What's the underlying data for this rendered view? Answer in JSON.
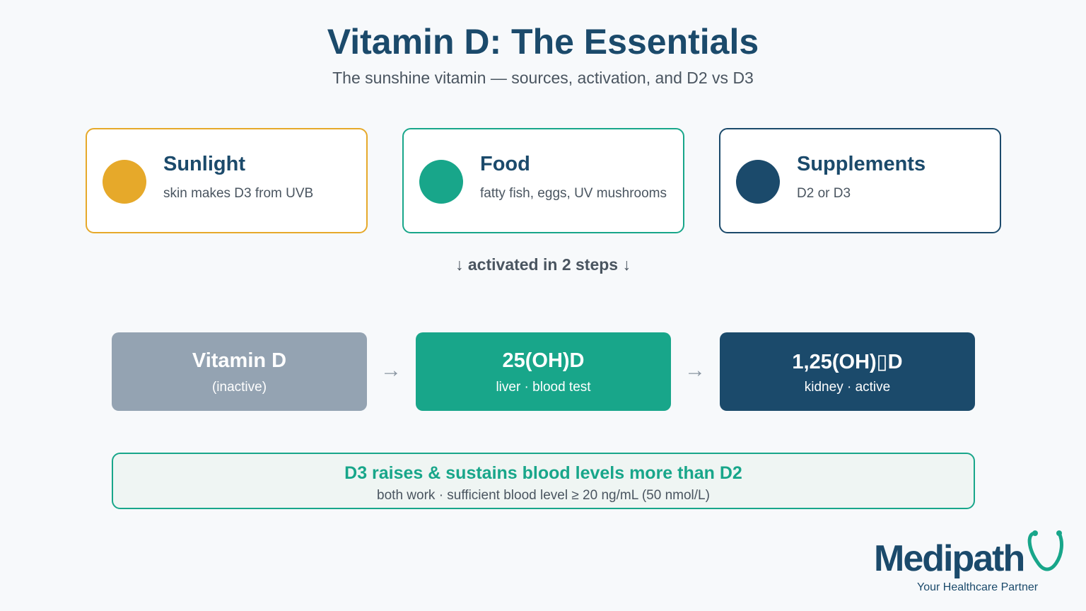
{
  "header": {
    "title": "Vitamin D: The Essentials",
    "subtitle": "The sunshine vitamin — sources, activation, and D2 vs D3"
  },
  "sources": [
    {
      "title": "Sunlight",
      "desc": "skin makes D3 from UVB",
      "color": "#e6a92a"
    },
    {
      "title": "Food",
      "desc": "fatty fish, eggs, UV mushrooms",
      "color": "#18a68a"
    },
    {
      "title": "Supplements",
      "desc": "D2 or D3",
      "color": "#1b4a6b"
    }
  ],
  "activation": {
    "arrow_left": "↓",
    "label": "activated in 2 steps",
    "arrow_right": "↓"
  },
  "steps": [
    {
      "title": "Vitamin D",
      "desc": "(inactive)",
      "color": "#94a3b2"
    },
    {
      "title": "25(OH)D",
      "desc": "liver · blood test",
      "color": "#18a68a"
    },
    {
      "title": "1,25(OH)▯D",
      "desc": "kidney · active",
      "color": "#1b4a6b"
    }
  ],
  "flow_arrow": "→",
  "note": {
    "title": "D3 raises & sustains blood levels more than D2",
    "desc": "both work · sufficient blood level ≥ 20 ng/mL (50 nmol/L)"
  },
  "logo": {
    "name": "Medipath",
    "tagline": "Your Healthcare Partner",
    "icon": "stethoscope-icon"
  }
}
